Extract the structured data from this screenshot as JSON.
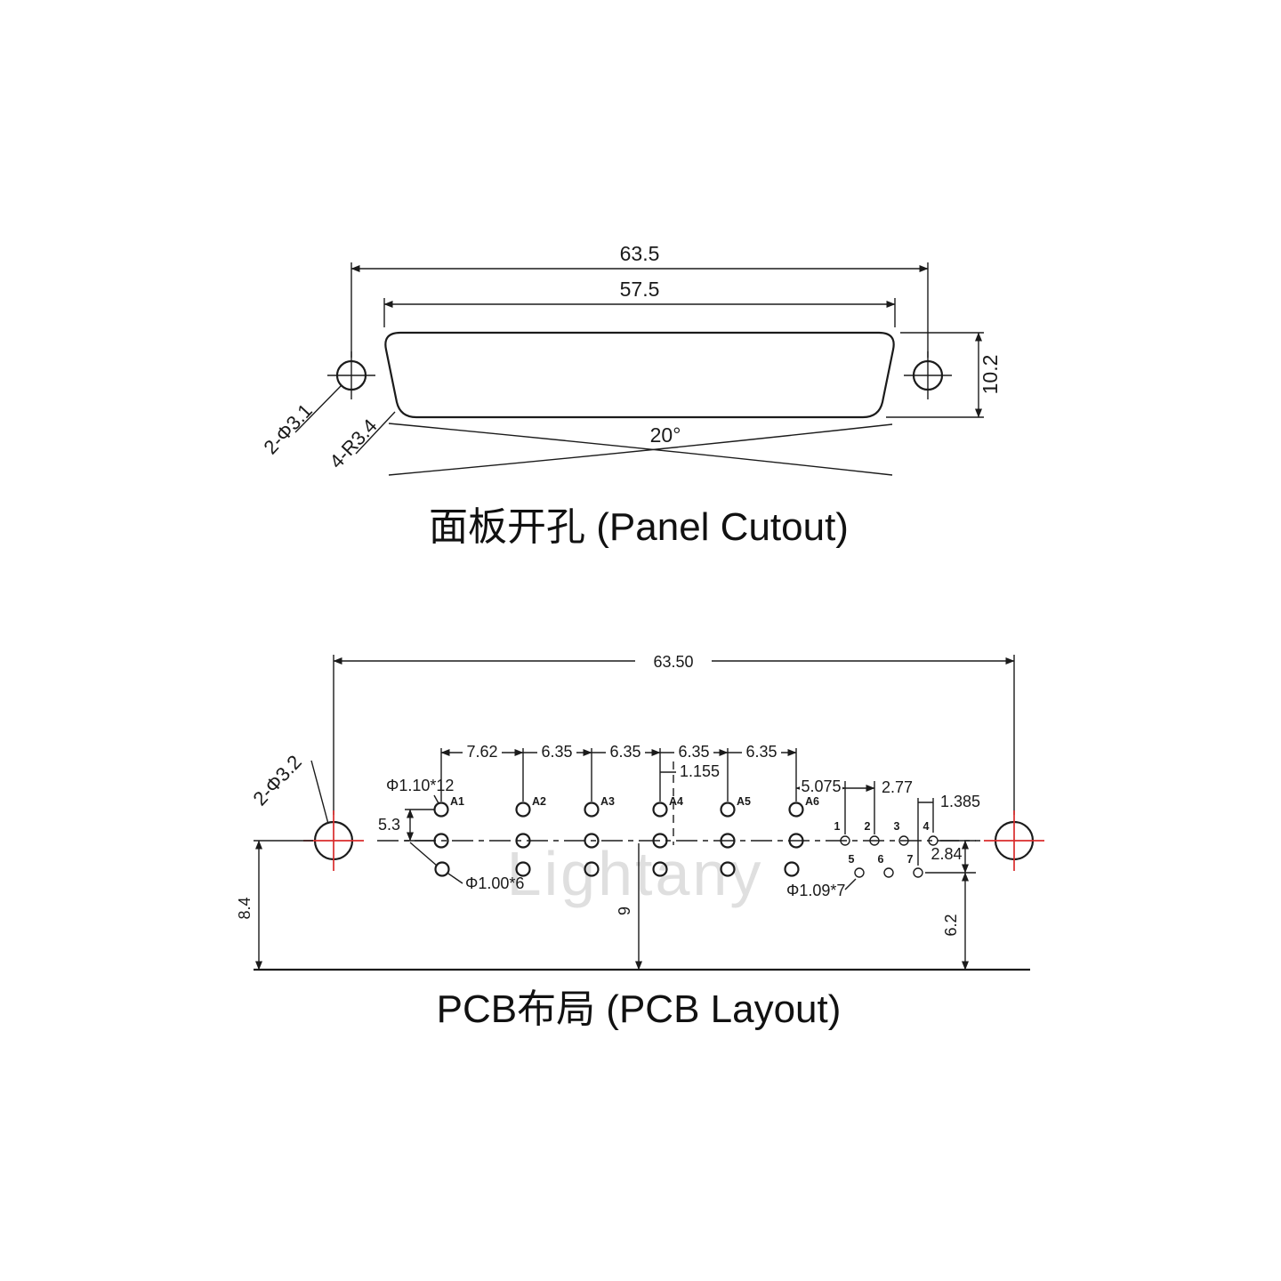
{
  "watermark": "Lightany",
  "panel": {
    "title": "面板开孔 (Panel Cutout)",
    "dim_outer_width": "63.5",
    "dim_inner_width": "57.5",
    "dim_height": "10.2",
    "dim_angle": "20°",
    "label_holes": "2-Φ3.1",
    "label_corner_radius": "4-R3.4"
  },
  "pcb": {
    "title": "PCB布局 (PCB Layout)",
    "dim_width": "63.50",
    "pitches": [
      "7.62",
      "6.35",
      "6.35",
      "6.35",
      "6.35"
    ],
    "dim_center_offset": "1.155",
    "dim_a6_gap": "5.075",
    "dim_pin_pitch": "2.77",
    "dim_row_offset": "1.385",
    "dim_row_gap": "2.84",
    "dim_coax_row": "5.3",
    "dim_hole_edge": "8.4",
    "dim_center_edge": "9",
    "dim_pin_edge": "6.2",
    "label_holes": "2-Φ3.2",
    "label_coax_holes": "Φ1.10*12",
    "label_small_holes": "Φ1.00*6",
    "label_signal_holes": "Φ1.09*7",
    "coax_pins": [
      "A1",
      "A2",
      "A3",
      "A4",
      "A5",
      "A6"
    ],
    "signal_pins": [
      "1",
      "2",
      "3",
      "4",
      "5",
      "6",
      "7"
    ]
  }
}
